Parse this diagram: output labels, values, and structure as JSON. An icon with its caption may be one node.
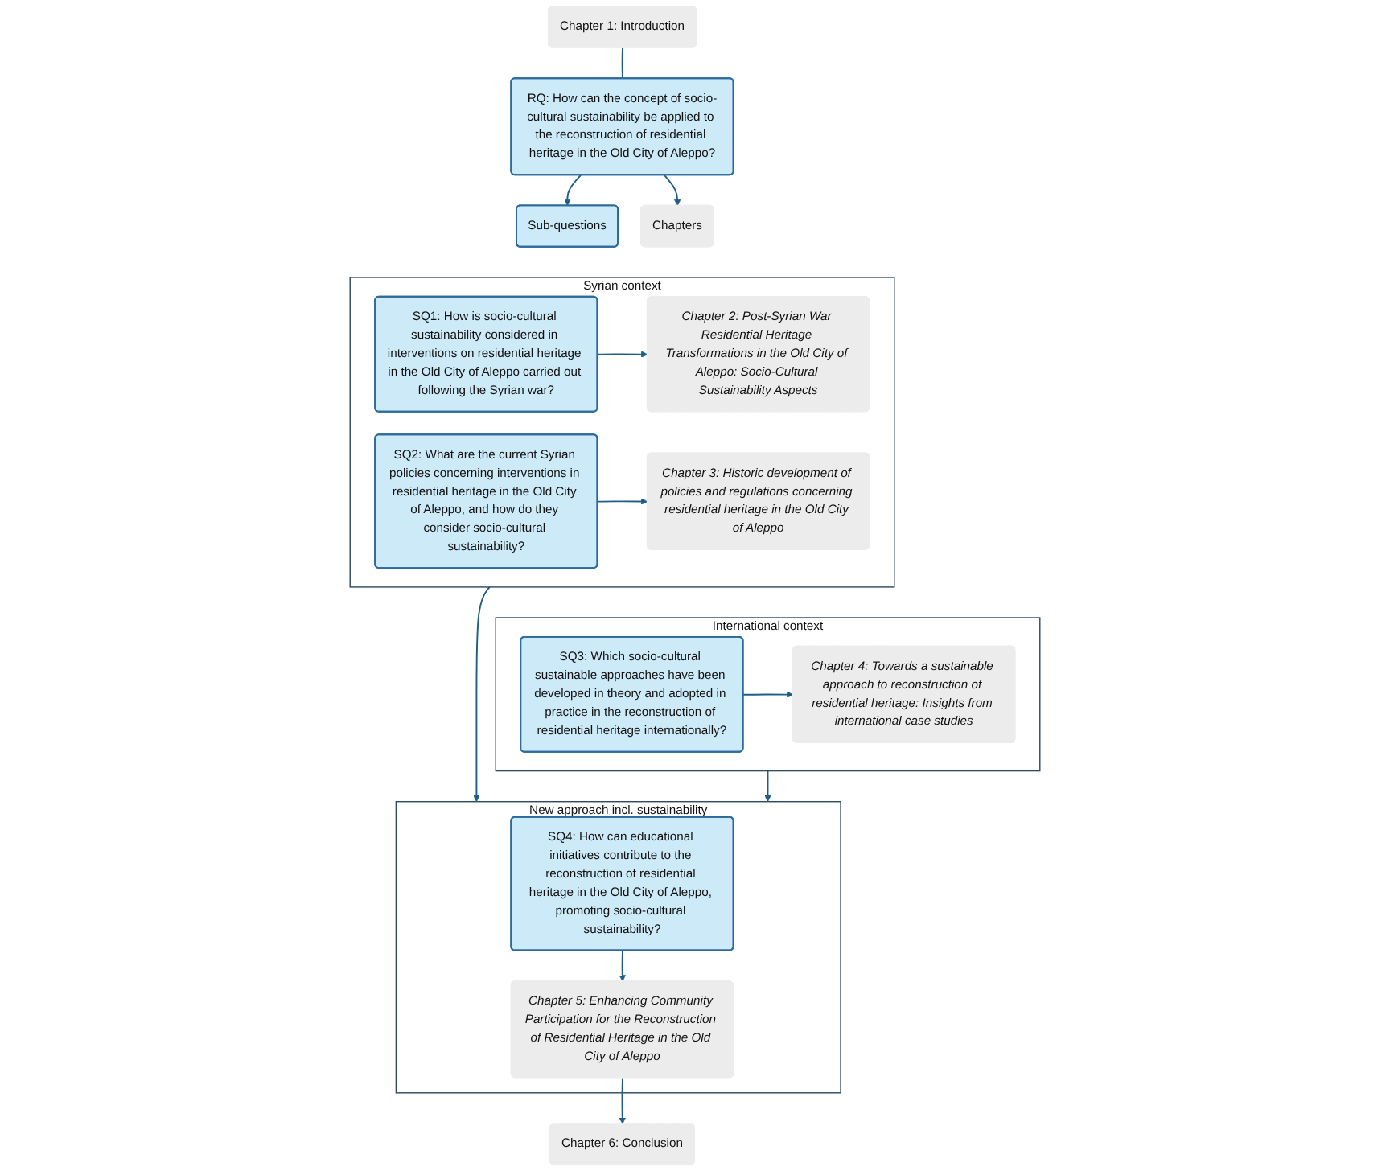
{
  "diagram": {
    "nodes": [
      {
        "text": [
          "Chapter 1: Introduction"
        ]
      },
      {
        "text": [
          "RQ: How can the concept of socio-cultural sustainability be applied to the reconstruction of residential heritage in the Old City of Aleppo?"
        ]
      },
      {
        "text": [
          "Sub-questions"
        ]
      },
      {
        "text": [
          "Chapters"
        ]
      },
      {
        "text": [
          "Syrian context"
        ]
      },
      {
        "text": [
          "SQ1: How is socio-cultural sustainability considered in interventions on residential heritage in the Old City of Aleppo carried out following the Syrian war?"
        ],
        "in": 4
      },
      {
        "text": [
          "Chapter 2: Post-Syrian War Residential Heritage Transformations in the Old City of Aleppo: Socio-Cultural Sustainability Aspects"
        ],
        "in": 4
      },
      {
        "text": [
          "SQ2: What are the current Syrian policies concerning interventions in residential heritage in the Old City of Aleppo, and how do they consider socio-cultural sustainability?"
        ],
        "in": 4
      },
      {
        "text": [
          "Chapter 3: Historic development of policies and regulations concerning residential heritage in the Old City of Aleppo"
        ],
        "in": 4
      },
      {
        "text": [
          "International context"
        ]
      },
      {
        "text": [
          "SQ3: Which socio-cultural sustainable approaches have been developed in theory and adopted in practice in the reconstruction of residential heritage internationally?"
        ],
        "in": 9
      },
      {
        "text": [
          "Chapter 4: Towards a sustainable approach to reconstruction of residential heritage: Insights from international case studies"
        ],
        "in": 9
      },
      {
        "text": [
          "New approach incl. sustainability"
        ]
      },
      {
        "text": [
          "SQ4: How can educational initiatives contribute to the reconstruction of residential heritage in the Old City of Aleppo, promoting socio-cultural sustainability?"
        ],
        "in": 12
      },
      {
        "text": [
          "Chapter 5: Enhancing Community Participation for the Reconstruction of Residential Heritage in the Old City of Aleppo"
        ],
        "in": 12
      },
      {
        "text": [
          "Chapter 6: Conclusion"
        ]
      }
    ],
    "edges": [
      {
        "from": 0,
        "to": 1,
        "arrow": "none"
      },
      {
        "from": 1,
        "to": 2,
        "arrow": "to"
      },
      {
        "from": 1,
        "to": 3,
        "arrow": "to"
      },
      {
        "from": 5,
        "to": 6,
        "arrow": "to"
      },
      {
        "from": 7,
        "to": 8,
        "arrow": "to"
      },
      {
        "from": 10,
        "to": 11,
        "arrow": "to"
      },
      {
        "from": 13,
        "to": 14,
        "arrow": "to"
      },
      {
        "from": 14,
        "to": 15,
        "arrow": "to"
      },
      {
        "from": 4,
        "to": 12,
        "arrow": "to"
      },
      {
        "from": 9,
        "to": 12,
        "arrow": "to"
      }
    ]
  }
}
